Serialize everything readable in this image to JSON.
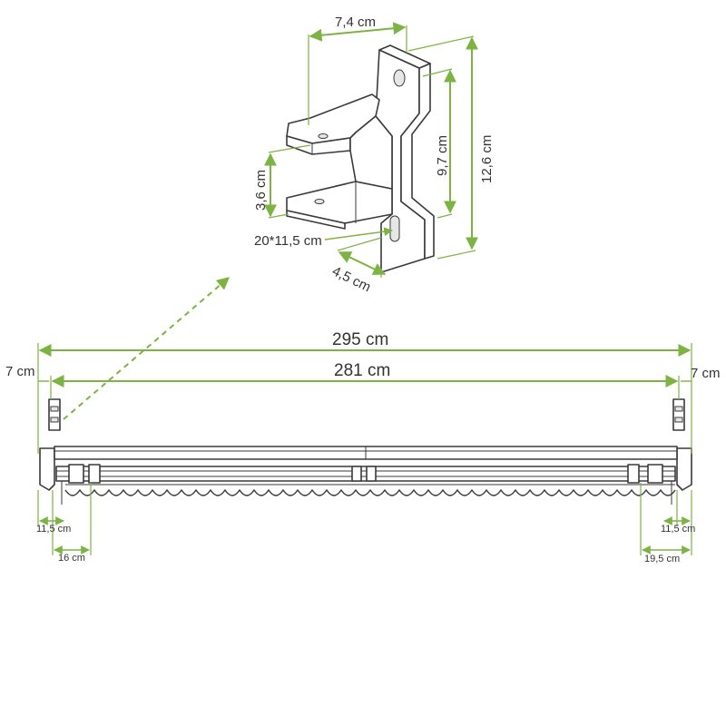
{
  "bracket": {
    "width": "7,4 cm",
    "height_total": "12,6 cm",
    "height_inner": "9,7 cm",
    "gap": "3,6 cm",
    "slot": "20*11,5 cm",
    "depth": "4,5 cm"
  },
  "awning": {
    "total_width": "295 cm",
    "inner_width": "281 cm",
    "edge_left": "7 cm",
    "edge_right": "7 cm",
    "left_offset_a": "11,5 cm",
    "left_offset_b": "16 cm",
    "right_offset_a": "11,5 cm",
    "right_offset_b": "19,5 cm"
  },
  "colors": {
    "dimension": "#7cb342",
    "outline": "#3a3a3a"
  }
}
